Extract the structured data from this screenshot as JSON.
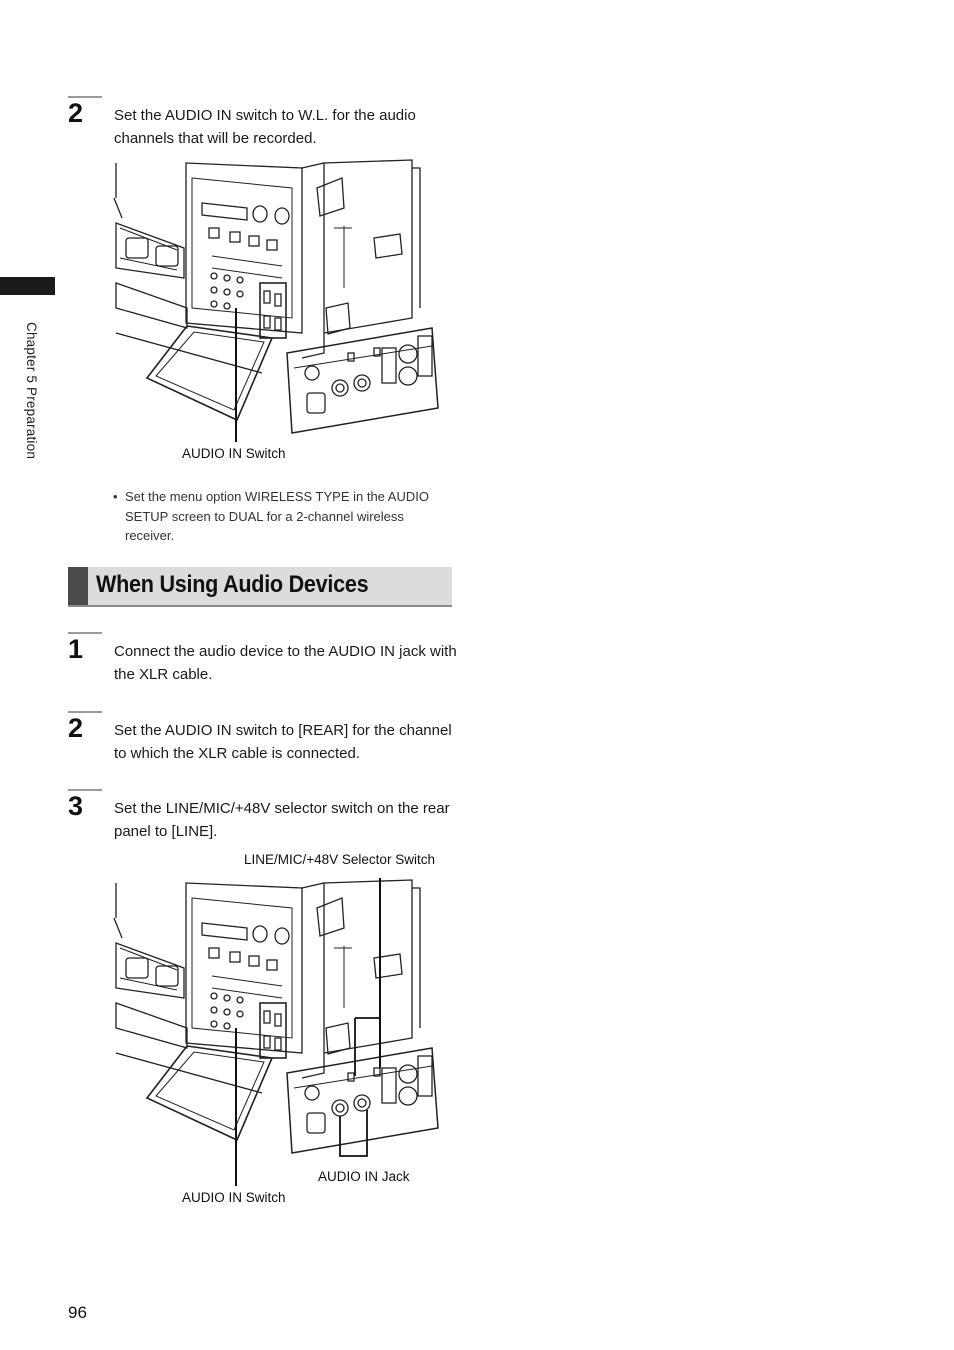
{
  "sidebar": {
    "chapter_label": "Chapter 5 Preparation"
  },
  "steps_top": [
    {
      "number": "2",
      "text": "Set the AUDIO IN switch to W.L. for the audio channels that will be recorded."
    }
  ],
  "figure1": {
    "callout_audio_in_switch": "AUDIO IN Switch"
  },
  "note": {
    "bullet": "•",
    "text": "Set the menu option WIRELESS TYPE in the AUDIO SETUP screen to DUAL for a 2-channel wireless receiver."
  },
  "section": {
    "title": "When Using Audio Devices"
  },
  "steps": [
    {
      "number": "1",
      "text": "Connect the audio device to the AUDIO IN jack with the XLR cable."
    },
    {
      "number": "2",
      "text": "Set the AUDIO IN switch to [REAR] for the channel to which the XLR cable is connected."
    },
    {
      "number": "3",
      "text": "Set the LINE/MIC/+48V selector switch on the rear panel to [LINE]."
    }
  ],
  "figure2": {
    "callout_selector_switch": "LINE/MIC/+48V Selector Switch",
    "callout_audio_in_jack": "AUDIO IN Jack",
    "callout_audio_in_switch": "AUDIO IN Switch"
  },
  "footer": {
    "page_number": "96"
  }
}
